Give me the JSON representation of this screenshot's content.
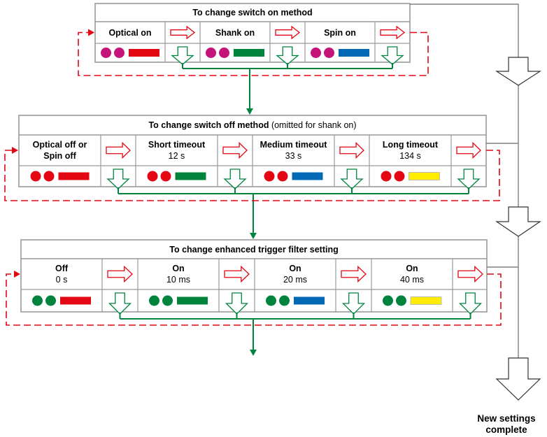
{
  "panels": [
    {
      "title": "To change switch on method",
      "title_note": "",
      "steps": [
        {
          "label": "Optical on",
          "sub": "",
          "dot_color": "#c4147a",
          "bar_color": "#e30613"
        },
        {
          "label": "Shank on",
          "sub": "",
          "dot_color": "#c4147a",
          "bar_color": "#00843d"
        },
        {
          "label": "Spin on",
          "sub": "",
          "dot_color": "#c4147a",
          "bar_color": "#0068b5"
        }
      ]
    },
    {
      "title": "To change switch off method",
      "title_note": "(omitted for shank on)",
      "steps": [
        {
          "label": "Optical off or",
          "sub": "Spin off",
          "sub_bold": true,
          "dot_color": "#e30613",
          "bar_color": "#e30613"
        },
        {
          "label": "Short timeout",
          "sub": "12 s",
          "dot_color": "#e30613",
          "bar_color": "#00843d"
        },
        {
          "label": "Medium timeout",
          "sub": "33 s",
          "dot_color": "#e30613",
          "bar_color": "#0068b5"
        },
        {
          "label": "Long timeout",
          "sub": "134 s",
          "dot_color": "#e30613",
          "bar_color": "#ffec00"
        }
      ]
    },
    {
      "title": "To change enhanced trigger filter setting",
      "title_note": "",
      "steps": [
        {
          "label": "Off",
          "sub": "0 s",
          "dot_color": "#00843d",
          "bar_color": "#e30613"
        },
        {
          "label": "On",
          "sub": "10 ms",
          "dot_color": "#00843d",
          "bar_color": "#00843d"
        },
        {
          "label": "On",
          "sub": "20 ms",
          "dot_color": "#00843d",
          "bar_color": "#0068b5"
        },
        {
          "label": "On",
          "sub": "40 ms",
          "dot_color": "#00843d",
          "bar_color": "#ffec00"
        }
      ]
    }
  ],
  "final_label": "New settings complete",
  "colors": {
    "box_border": "#999999",
    "red_arrow": "#e30613",
    "green_arrow": "#00843d",
    "dashed_loop": "#e30613",
    "gray_line": "#808080"
  }
}
